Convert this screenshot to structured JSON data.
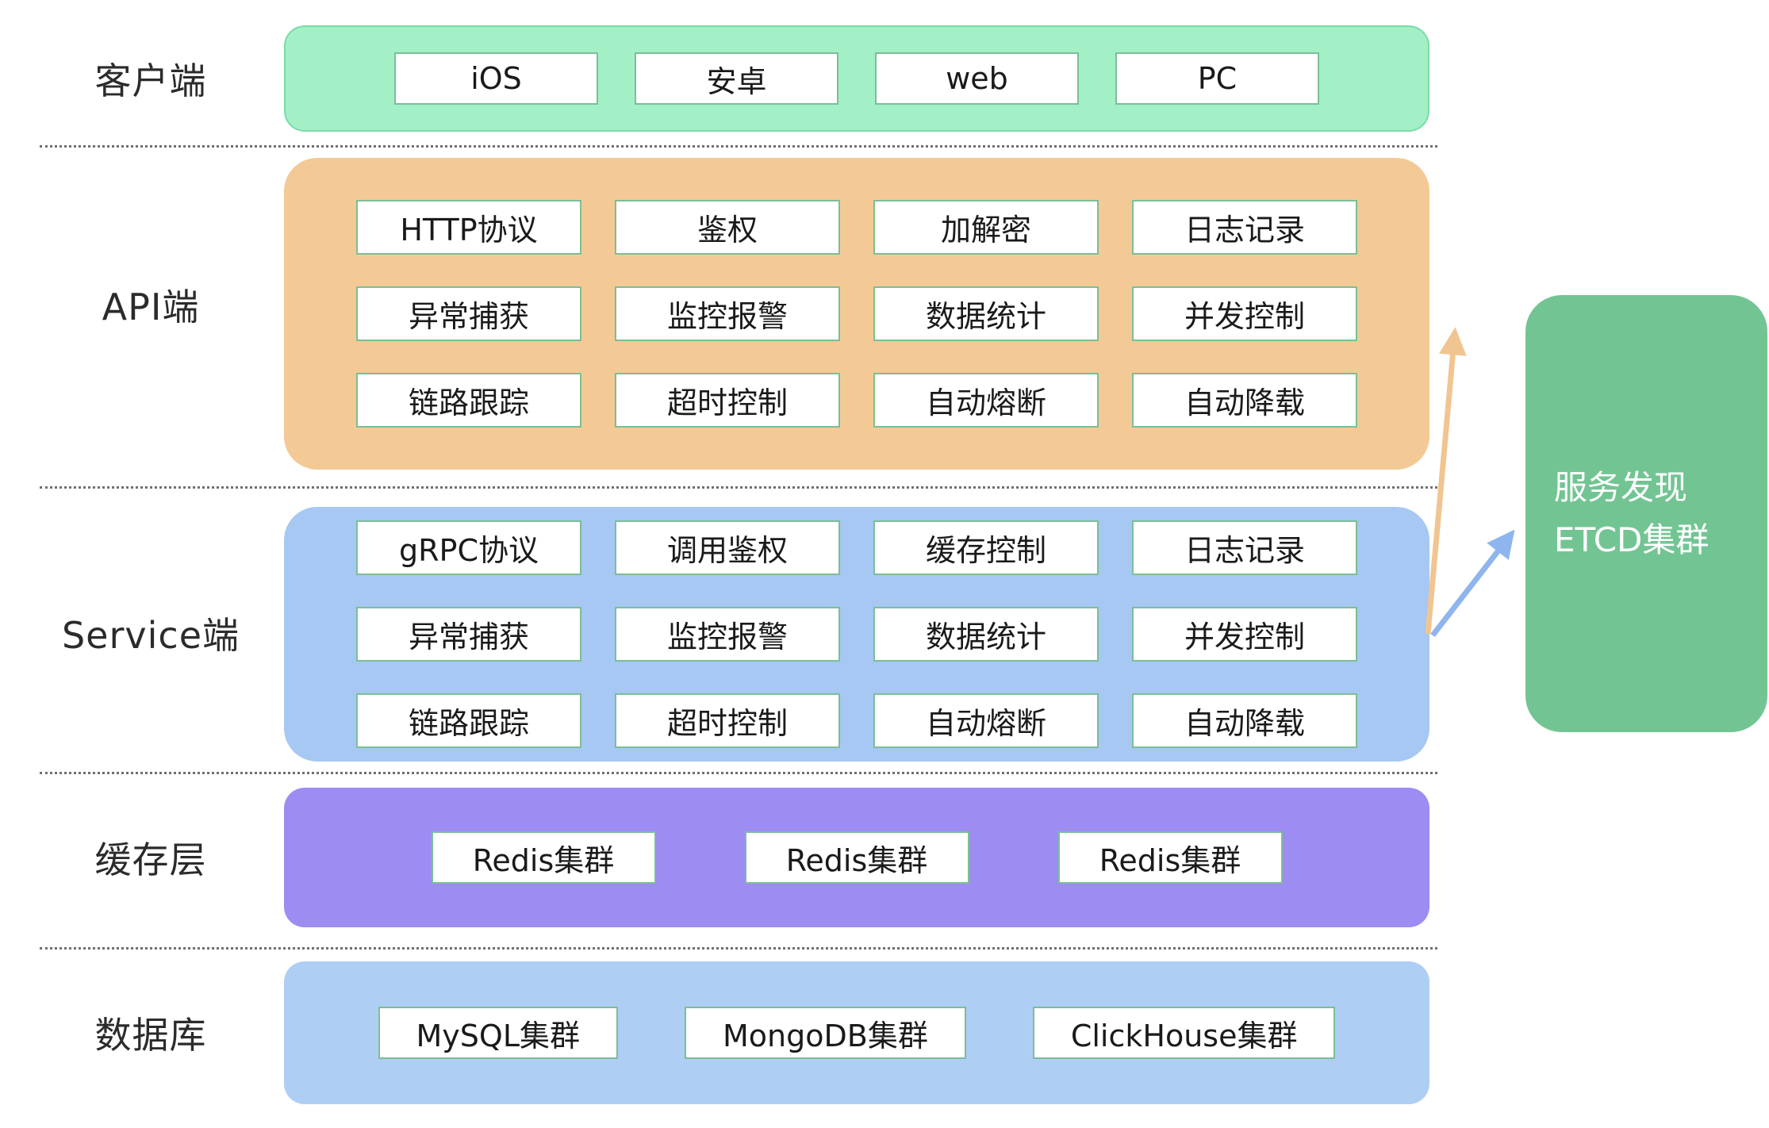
{
  "diagram": {
    "layers": [
      {
        "id": "client",
        "label": "客户端",
        "items": [
          "iOS",
          "安卓",
          "web",
          "PC"
        ]
      },
      {
        "id": "api",
        "label": "API端",
        "rows": [
          [
            "HTTP协议",
            "鉴权",
            "加解密",
            "日志记录"
          ],
          [
            "异常捕获",
            "监控报警",
            "数据统计",
            "并发控制"
          ],
          [
            "链路跟踪",
            "超时控制",
            "自动熔断",
            "自动降载"
          ]
        ]
      },
      {
        "id": "service",
        "label": "Service端",
        "rows": [
          [
            "gRPC协议",
            "调用鉴权",
            "缓存控制",
            "日志记录"
          ],
          [
            "异常捕获",
            "监控报警",
            "数据统计",
            "并发控制"
          ],
          [
            "链路跟踪",
            "超时控制",
            "自动熔断",
            "自动降载"
          ]
        ]
      },
      {
        "id": "cache",
        "label": "缓存层",
        "items": [
          "Redis集群",
          "Redis集群",
          "Redis集群"
        ]
      },
      {
        "id": "db",
        "label": "数据库",
        "items": [
          "MySQL集群",
          "MongoDB集群",
          "ClickHouse集群"
        ]
      }
    ],
    "service_discovery": {
      "line1": "服务发现",
      "line2": "ETCD集群"
    },
    "colors": {
      "client_bg": "#A3EFC6",
      "api_bg": "#F3CA95",
      "service_bg": "#A6C8F2",
      "cache_bg": "#9D8CF1",
      "db_bg": "#AFCEF4",
      "etcd_bg": "#72C593",
      "box_border": "#7CBE96",
      "arrow_orange": "#F1C591",
      "arrow_blue": "#8FB5EF"
    }
  }
}
